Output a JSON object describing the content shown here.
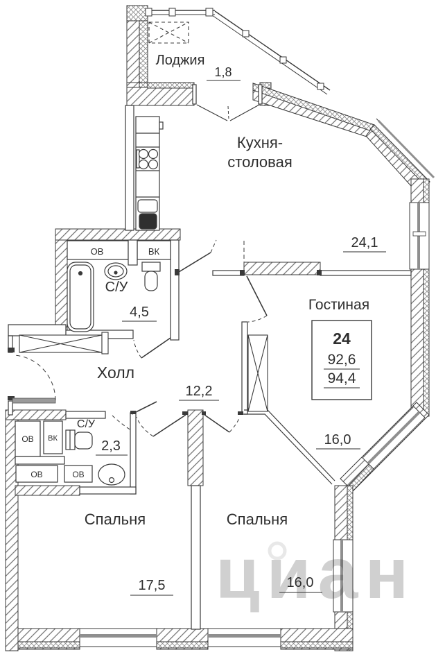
{
  "watermark": {
    "text": "циан"
  },
  "apartment_box": {
    "number": "24",
    "area_main": "92,6",
    "area_total": "94,4"
  },
  "rooms": {
    "loggia": {
      "name": "Лоджия",
      "area": "1,8"
    },
    "kitchen": {
      "name_line1": "Кухня-",
      "name_line2": "столовая",
      "area": "24,1"
    },
    "living": {
      "name": "Гостиная",
      "area": "16,0"
    },
    "bathroom1": {
      "name": "С/У",
      "area": "4,5"
    },
    "hall": {
      "name": "Холл",
      "area": "12,2"
    },
    "bathroom2": {
      "name": "С/У",
      "area": "2,3"
    },
    "bedroom1": {
      "name": "Спальня",
      "area": "17,5"
    },
    "bedroom2": {
      "name": "Спальня",
      "area": "16,0"
    }
  },
  "risers": {
    "bathroom1": {
      "r1": "ОВ",
      "r2": "ВК"
    },
    "bathroom2": {
      "r1": "ОВ",
      "r2": "ВК",
      "r3": "ОВ",
      "r4": "ОВ"
    }
  }
}
